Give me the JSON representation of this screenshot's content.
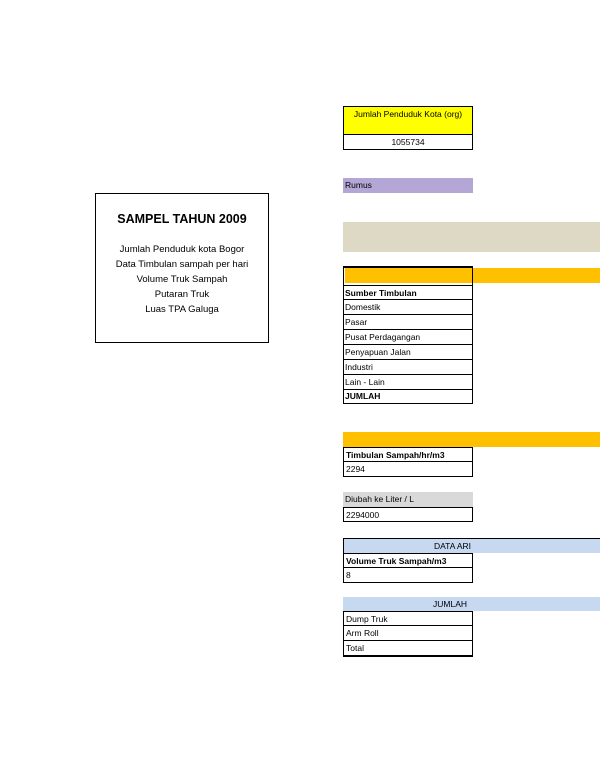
{
  "penduduk": {
    "header": "Jumlah Penduduk Kota (org)",
    "value": "1055734"
  },
  "rumus": "Rumus",
  "sampel_box": {
    "title": "SAMPEL TAHUN 2009",
    "lines": [
      "Jumlah Penduduk kota Bogor",
      "Data Timbulan sampah per hari",
      "Volume Truk Sampah",
      "Putaran Truk",
      "Luas TPA Galuga"
    ]
  },
  "sumber_table": {
    "header": "Sumber Timbulan",
    "rows": [
      "Domestik",
      "Pasar",
      "Pusat Perdagangan",
      "Penyapuan Jalan",
      "Industri",
      "Lain - Lain"
    ],
    "total": "JUMLAH"
  },
  "timbulan": {
    "label": "Timbulan Sampah/hr/m3",
    "value": "2294",
    "liter_label": "Diubah ke Liter / L",
    "liter_value": "2294000"
  },
  "armada": {
    "section_label": "DATA ARI",
    "volume_label": "Volume Truk Sampah/m3",
    "volume_value": "8",
    "jumlah_label": "JUMLAH",
    "rows": [
      "Dump Truk",
      "Arm Roll",
      "Total"
    ]
  },
  "colors": {
    "yellow": "#ffff00",
    "purple": "#b4a7d6",
    "beige": "#ddd9c4",
    "orange": "#ffc000",
    "grey": "#d9d9d9",
    "lightblue": "#c6d9f1"
  }
}
